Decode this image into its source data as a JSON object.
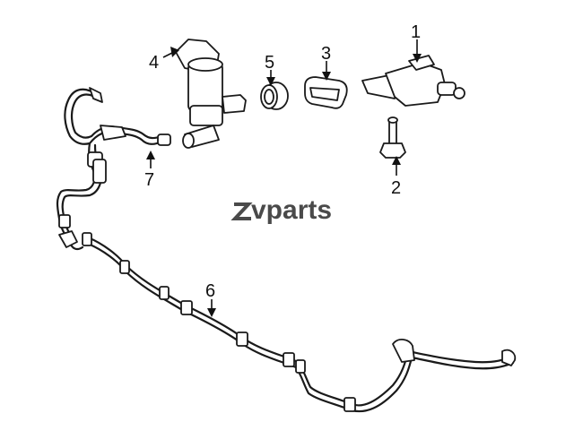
{
  "diagram": {
    "callouts": [
      {
        "id": "1",
        "label": "1"
      },
      {
        "id": "2",
        "label": "2"
      },
      {
        "id": "3",
        "label": "3"
      },
      {
        "id": "4",
        "label": "4"
      },
      {
        "id": "5",
        "label": "5"
      },
      {
        "id": "6",
        "label": "6"
      },
      {
        "id": "7",
        "label": "7"
      }
    ],
    "watermark": {
      "text": "vparts"
    }
  }
}
